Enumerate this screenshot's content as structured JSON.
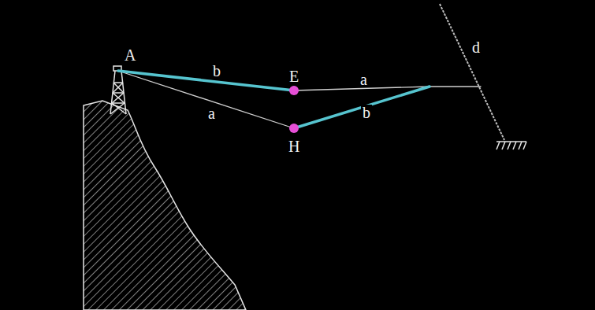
{
  "diagram": {
    "labels": [
      "A",
      "b",
      "E",
      "a",
      "a",
      "H",
      "b",
      "d"
    ]
  }
}
